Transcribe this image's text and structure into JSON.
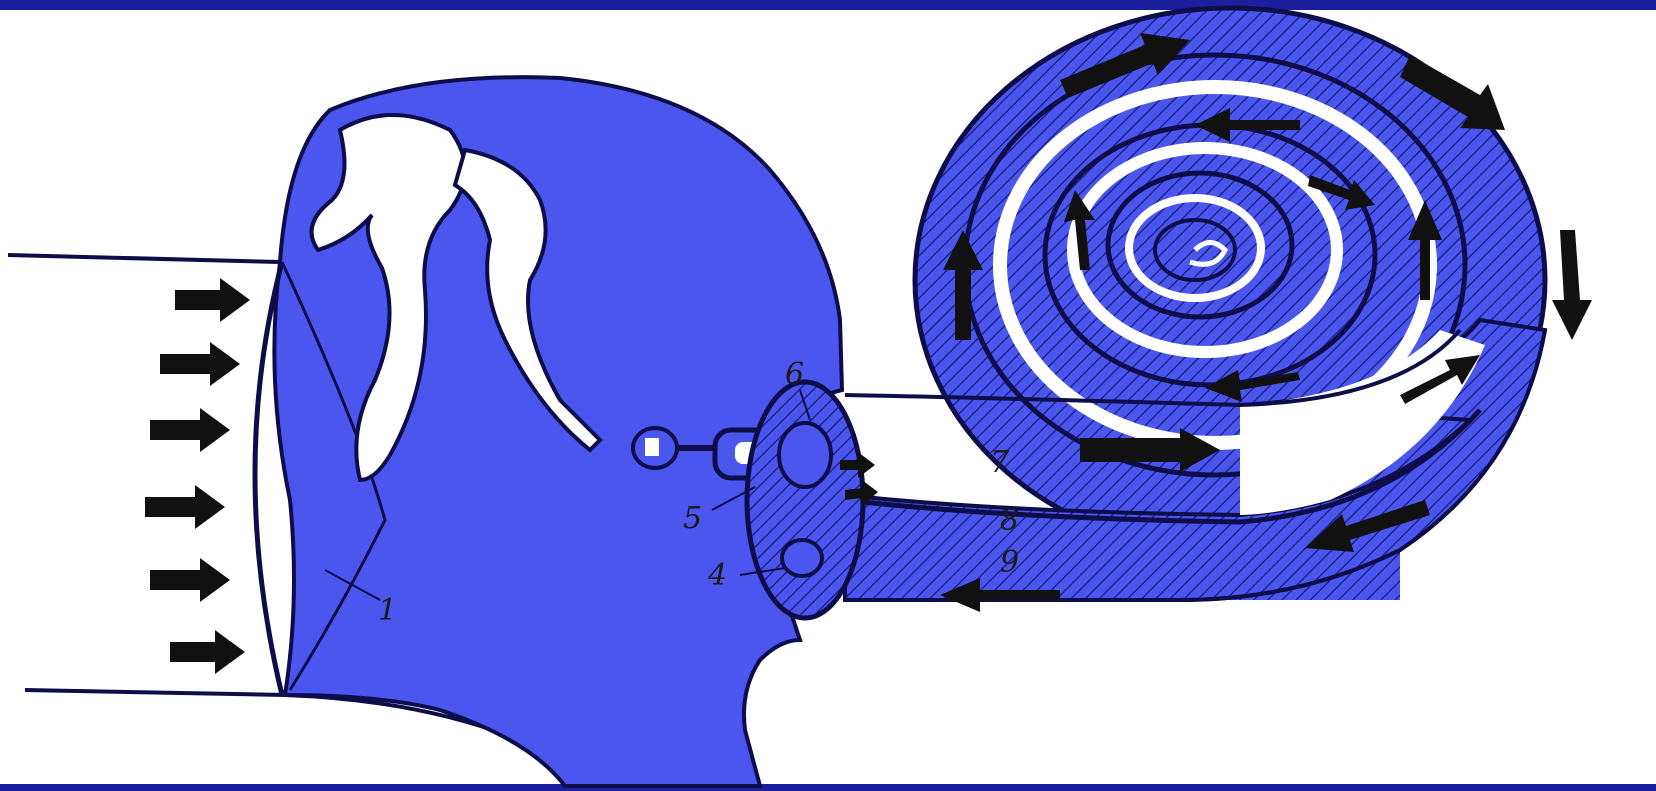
{
  "diagram": {
    "labels": {
      "tympanic_membrane": "1",
      "round_window": "4",
      "stapes_footplate": "5",
      "oval_window": "6",
      "scala_vestibuli": "7",
      "membrane": "8",
      "scala_tympani": "9"
    },
    "colors": {
      "fill": "#4a56ee",
      "outline": "#0d0d4a",
      "frame_top": "#1a1f9e",
      "frame_bottom": "#1a1f9e",
      "paper": "#ffffff",
      "arrow": "#111111"
    },
    "incoming_sound_arrow_count": 6
  }
}
